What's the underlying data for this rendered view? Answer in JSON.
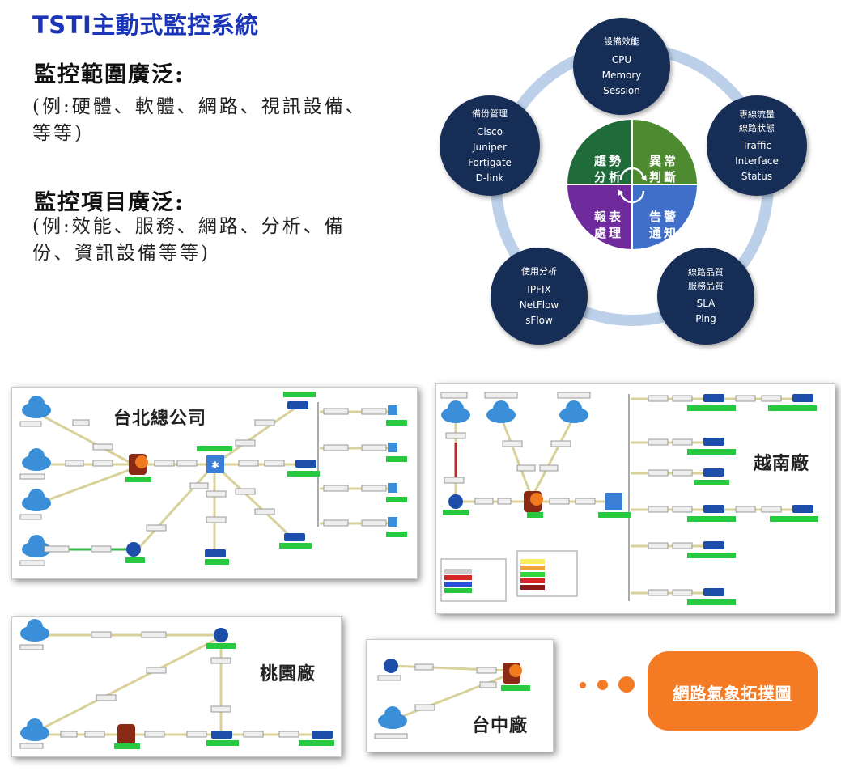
{
  "title": "TSTI主動式監控系統",
  "scope": {
    "heading": "監控範圍廣泛:",
    "line1": "(例:硬體、軟體、網路、視訊設備、",
    "line2": "等等)"
  },
  "items": {
    "heading": "監控項目廣泛:",
    "line1": "(例:效能、服務、網路、分析、備",
    "line2": "份、資訊設備等等)"
  },
  "cycle": {
    "quadrants": {
      "trend": [
        "趨勢",
        "分析"
      ],
      "anomaly": [
        "異常",
        "判斷"
      ],
      "report": [
        "報表",
        "處理"
      ],
      "alert": [
        "告警",
        "通知"
      ]
    },
    "nodes": {
      "device": {
        "title": "設備效能",
        "lines": [
          "CPU",
          "Memory",
          "Session"
        ]
      },
      "backup": {
        "title": "備份管理",
        "lines": [
          "Cisco",
          "Juniper",
          "Fortigate",
          "D-link"
        ]
      },
      "traffic": {
        "title": "專線流量\n線路狀態",
        "lines": [
          "Traffic",
          "Interface",
          "Status"
        ]
      },
      "usage": {
        "title": "使用分析",
        "lines": [
          "IPFIX",
          "NetFlow",
          "sFlow"
        ]
      },
      "quality": {
        "title": "線路品質\n服務品質",
        "lines": [
          "SLA",
          "Ping"
        ]
      }
    }
  },
  "panels": {
    "taipei": "台北總公司",
    "vietnam": "越南廠",
    "taoyuan": "桃園廠",
    "taichung": "台中廠"
  },
  "callout": "網路氣象拓撲圖",
  "colors": {
    "title": "#1a35b8",
    "node": "#162d55",
    "ring": "#bcd0ea",
    "trend": "#1f6b3a",
    "anomaly": "#4e8a2f",
    "report": "#6f2a9c",
    "alert": "#3f6fc8",
    "callout": "#f47a24",
    "link": "#d8d29a",
    "cloud": "#3b8fd9"
  }
}
